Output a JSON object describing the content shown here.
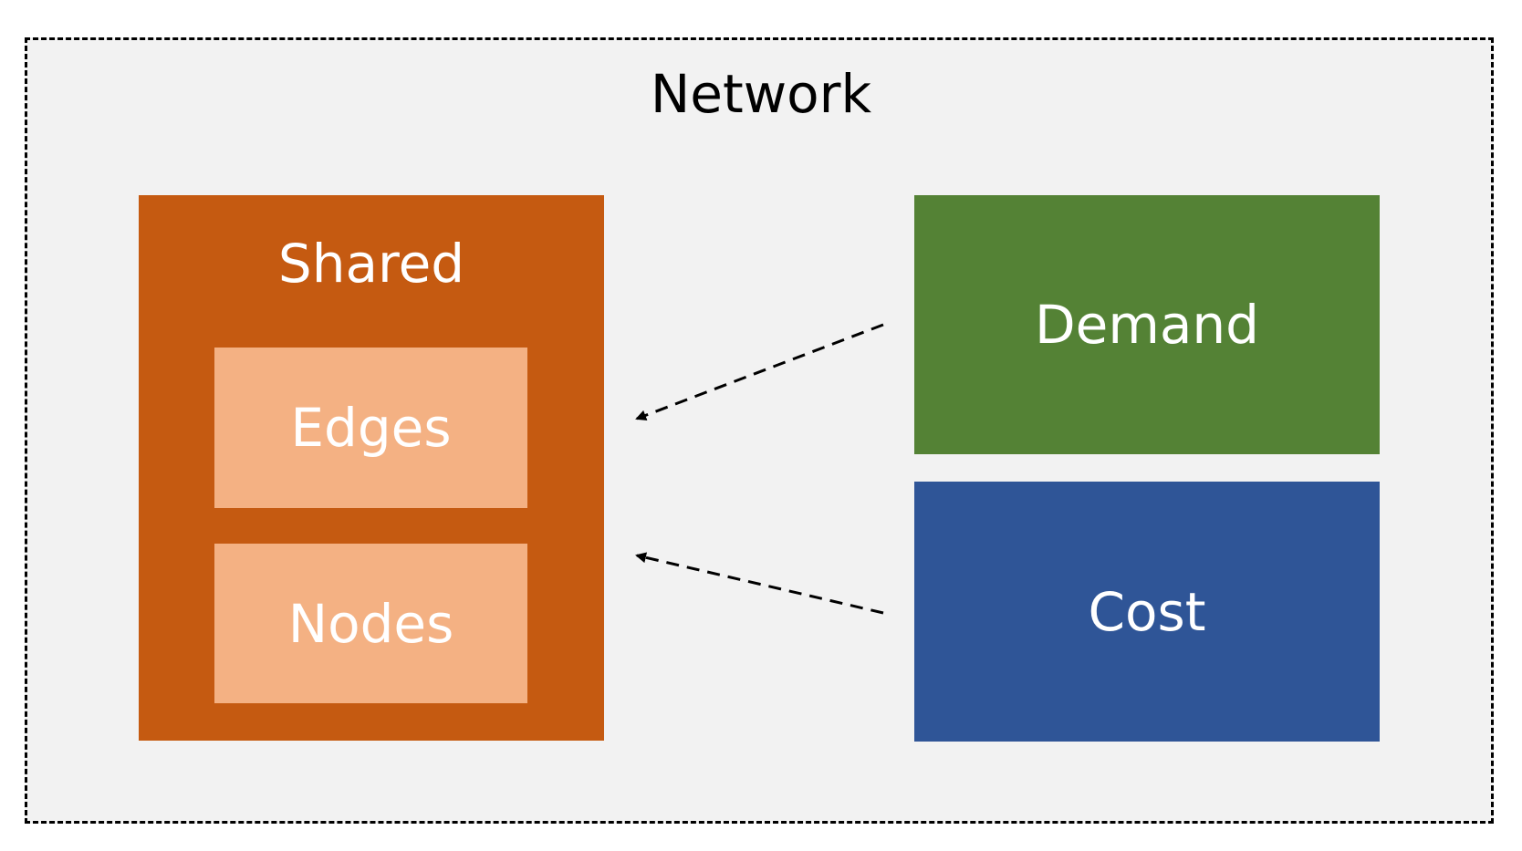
{
  "network": {
    "title": "Network",
    "border_color": "#000000",
    "fill_color": "#f2f2f2"
  },
  "shared": {
    "title": "Shared",
    "color": "#c55a11",
    "children": [
      {
        "label": "Edges",
        "color": "#f4b183"
      },
      {
        "label": "Nodes",
        "color": "#f4b183"
      }
    ]
  },
  "demand": {
    "label": "Demand",
    "color": "#548235"
  },
  "cost": {
    "label": "Cost",
    "color": "#2f5597"
  },
  "arrows": [
    {
      "from": "Demand",
      "to": "Shared",
      "style": "dashed"
    },
    {
      "from": "Cost",
      "to": "Shared",
      "style": "dashed"
    }
  ]
}
